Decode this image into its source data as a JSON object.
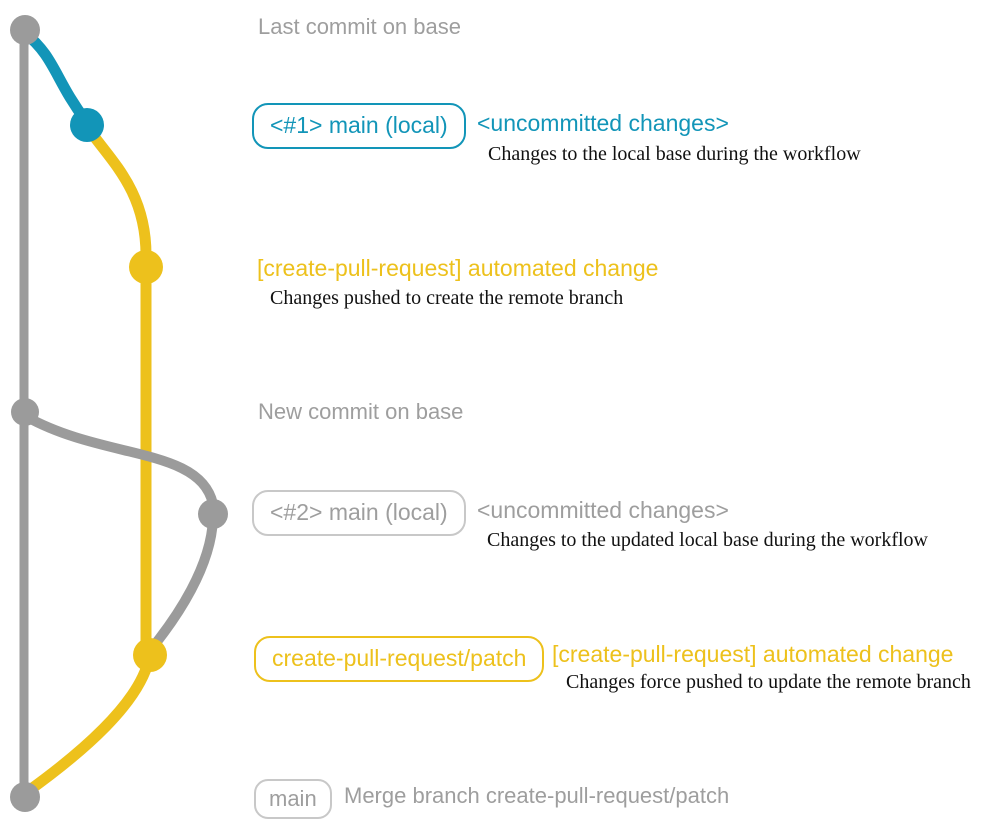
{
  "colors": {
    "teal": "#1295b8",
    "yellow": "#edc11c",
    "gray": "#9b9b9b",
    "gray_text": "#9e9e9e",
    "gray_border": "#c8c8c8",
    "description_text": "#111111"
  },
  "notes": {
    "last_commit_on_base": "Last commit on base",
    "new_commit_on_base": "New commit on base"
  },
  "entries": {
    "head1": {
      "branch_label": "<#1> main (local)",
      "title": "<uncommitted changes>",
      "description": "Changes to the local base during the workflow"
    },
    "push1": {
      "title": "[create-pull-request] automated change",
      "description": "Changes pushed to create the remote branch"
    },
    "head2": {
      "branch_label": "<#2> main (local)",
      "title": "<uncommitted changes>",
      "description": "Changes to the updated local base during the workflow"
    },
    "push2": {
      "branch_label": "create-pull-request/patch",
      "title": "[create-pull-request] automated change",
      "description": "Changes force pushed to update the remote branch"
    },
    "merge": {
      "branch_label": "main",
      "title": "Merge branch create-pull-request/patch"
    }
  },
  "graph": {
    "node_colors": [
      "gray",
      "teal",
      "yellow",
      "gray",
      "gray",
      "yellow",
      "gray"
    ]
  }
}
